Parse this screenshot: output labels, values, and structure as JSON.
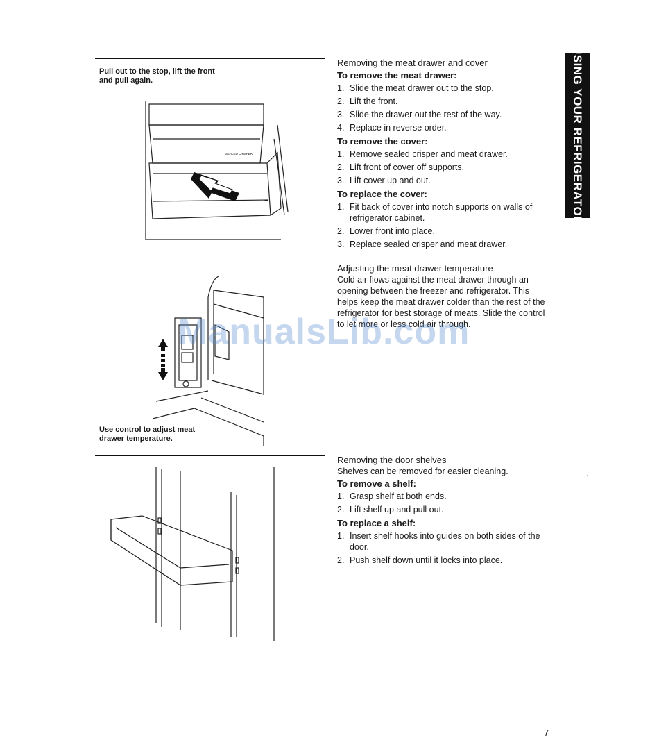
{
  "side_tab": {
    "label": "USING YOUR REFRIGERATOR"
  },
  "watermark": "ManualsLib.com",
  "page_number": "7",
  "figures": {
    "meat_drawer": {
      "caption": "Pull out to the stop, lift the front and pull again.",
      "label": "SEALED CRISPER"
    },
    "temperature": {
      "caption": "Use control to adjust meat drawer temperature."
    },
    "door_shelf": {}
  },
  "sections": {
    "meat_drawer": {
      "title": "Removing the meat drawer and cover",
      "remove_drawer": {
        "heading": "To remove the meat drawer:",
        "steps": [
          {
            "num": "1.",
            "text": "Slide the meat drawer out to the stop."
          },
          {
            "num": "2.",
            "text": "Lift the front."
          },
          {
            "num": "3.",
            "text": "Slide the drawer out the rest of the way."
          },
          {
            "num": "4.",
            "text": "Replace in reverse order."
          }
        ]
      },
      "remove_cover": {
        "heading": "To remove the cover:",
        "steps": [
          {
            "num": "1.",
            "text": "Remove sealed crisper and meat drawer."
          },
          {
            "num": "2.",
            "text": "Lift front of cover off supports."
          },
          {
            "num": "3.",
            "text": "Lift cover up and out."
          }
        ]
      },
      "replace_cover": {
        "heading": "To replace the cover:",
        "steps": [
          {
            "num": "1.",
            "text": "Fit back of cover into notch supports on walls of refrigerator cabinet."
          },
          {
            "num": "2.",
            "text": "Lower front into place."
          },
          {
            "num": "3.",
            "text": "Replace sealed crisper and meat drawer."
          }
        ]
      }
    },
    "temperature": {
      "title": "Adjusting the meat drawer temperature",
      "body": "Cold air flows against the meat drawer through an opening between the freezer and refrigerator. This helps keep the meat drawer colder than the rest of the refrigerator for best storage of meats. Slide the control to let more or less cold air through."
    },
    "door_shelves": {
      "title": "Removing the door shelves",
      "intro": "Shelves can be removed for easier cleaning.",
      "remove_shelf": {
        "heading": "To remove a shelf:",
        "steps": [
          {
            "num": "1.",
            "text": "Grasp shelf at both ends."
          },
          {
            "num": "2.",
            "text": "Lift shelf up and pull out."
          }
        ]
      },
      "replace_shelf": {
        "heading": "To replace a shelf:",
        "steps": [
          {
            "num": "1.",
            "text": "Insert shelf hooks into guides on both sides of the door."
          },
          {
            "num": "2.",
            "text": "Push shelf down until it locks into place."
          }
        ]
      }
    }
  }
}
